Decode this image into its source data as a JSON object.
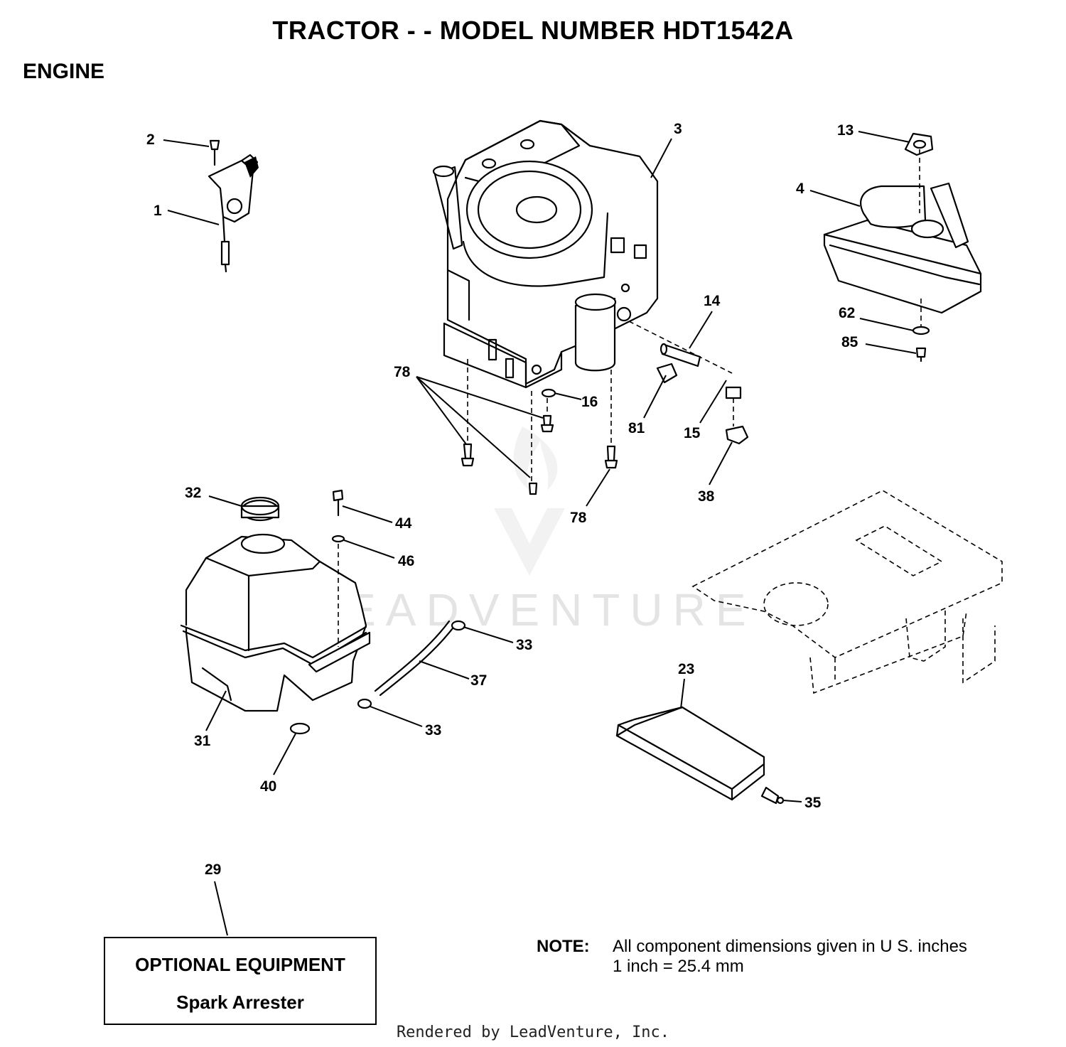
{
  "title": "TRACTOR - - MODEL NUMBER HDT1542A",
  "subtitle": "ENGINE",
  "watermark": "LEADVENTURE",
  "callouts": [
    {
      "id": "c1",
      "label": "1"
    },
    {
      "id": "c2",
      "label": "2"
    },
    {
      "id": "c3",
      "label": "3"
    },
    {
      "id": "c4",
      "label": "4"
    },
    {
      "id": "c13",
      "label": "13"
    },
    {
      "id": "c14",
      "label": "14"
    },
    {
      "id": "c15",
      "label": "15"
    },
    {
      "id": "c16",
      "label": "16"
    },
    {
      "id": "c23",
      "label": "23"
    },
    {
      "id": "c29",
      "label": "29"
    },
    {
      "id": "c31",
      "label": "31"
    },
    {
      "id": "c32",
      "label": "32"
    },
    {
      "id": "c33a",
      "label": "33"
    },
    {
      "id": "c33b",
      "label": "33"
    },
    {
      "id": "c35",
      "label": "35"
    },
    {
      "id": "c37",
      "label": "37"
    },
    {
      "id": "c38",
      "label": "38"
    },
    {
      "id": "c40",
      "label": "40"
    },
    {
      "id": "c44",
      "label": "44"
    },
    {
      "id": "c46",
      "label": "46"
    },
    {
      "id": "c62",
      "label": "62"
    },
    {
      "id": "c78a",
      "label": "78"
    },
    {
      "id": "c78b",
      "label": "78"
    },
    {
      "id": "c81",
      "label": "81"
    },
    {
      "id": "c85",
      "label": "85"
    }
  ],
  "optional_equipment": {
    "heading": "OPTIONAL EQUIPMENT",
    "item": "Spark Arrester"
  },
  "note": {
    "label": "NOTE:",
    "line1": "All component dimensions given in U  S. inches",
    "line2": "1 inch = 25.4 mm"
  },
  "footer": "Rendered by LeadVenture, Inc."
}
